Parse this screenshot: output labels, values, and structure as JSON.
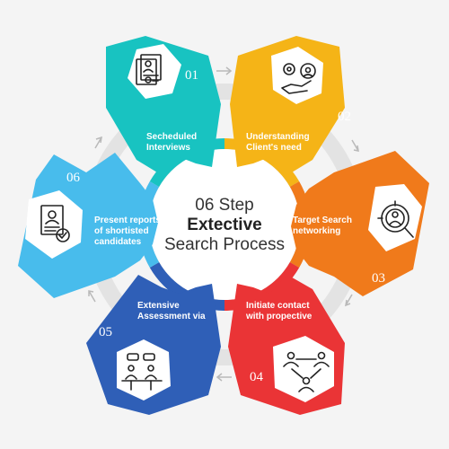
{
  "center": {
    "line1": "06 Step",
    "line2": "Extective",
    "line3": "Search Process"
  },
  "steps": [
    {
      "number": "01",
      "label_lines": [
        "Secheduled",
        "Interviews"
      ],
      "color": "#18c3c1",
      "icon": "documents-profile-icon"
    },
    {
      "number": "02",
      "label_lines": [
        "Understanding",
        "Client's need"
      ],
      "color": "#f5b417",
      "icon": "gears-hand-icon"
    },
    {
      "number": "03",
      "label_lines": [
        "Target Search",
        "networking"
      ],
      "color": "#f07a1b",
      "icon": "target-person-search-icon"
    },
    {
      "number": "04",
      "label_lines": [
        "Initiate contact",
        "with propective"
      ],
      "color": "#ea3436",
      "icon": "network-people-icon"
    },
    {
      "number": "05",
      "label_lines": [
        "Extensive",
        "Assessment via"
      ],
      "color": "#2f5fb7",
      "icon": "interview-desk-icon"
    },
    {
      "number": "06",
      "label_lines": [
        "Present reports",
        "of shortisted",
        "candidates"
      ],
      "color": "#48bcec",
      "icon": "resume-check-icon"
    }
  ]
}
